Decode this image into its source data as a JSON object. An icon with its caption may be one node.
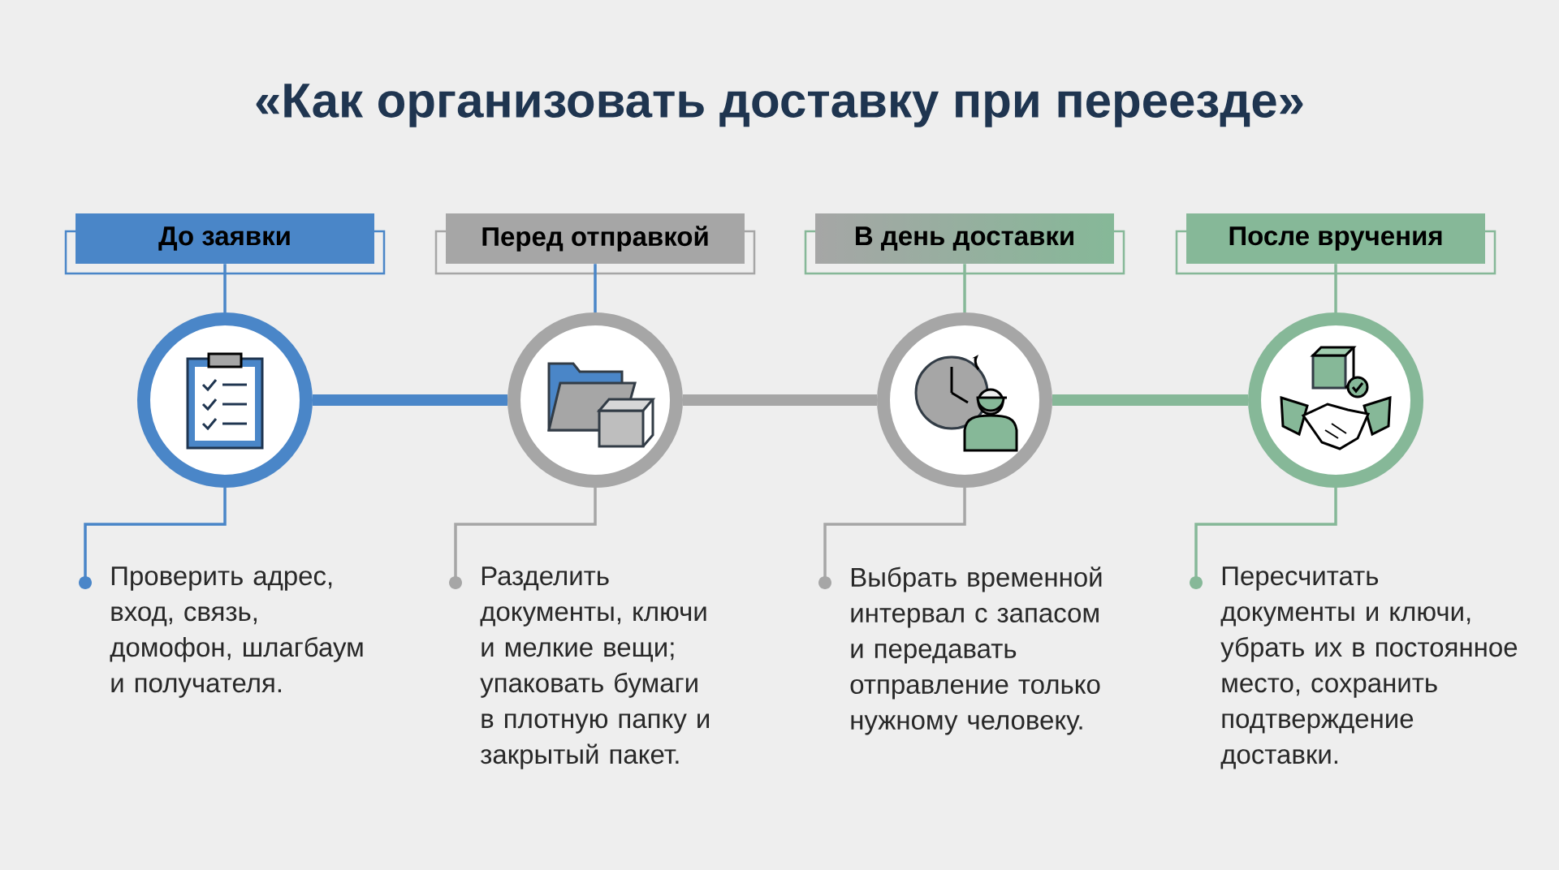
{
  "diagram": {
    "title": "«Как организовать доставку при переезде»",
    "nodes": [
      {
        "text": [
          "До заявки"
        ]
      },
      {
        "text": [
          "Перед отправкой"
        ]
      },
      {
        "text": [
          "В день доставки"
        ]
      },
      {
        "text": [
          "После вручения"
        ]
      },
      {
        "text": [],
        "shape": "circle"
      },
      {
        "text": [],
        "shape": "circle"
      },
      {
        "text": [],
        "shape": "circle"
      },
      {
        "text": [],
        "shape": "circle"
      },
      {
        "text": [
          "Проверить адрес, вход, связь, домофон, шлагбаум и получателя."
        ]
      },
      {
        "text": [
          "Разделить документы, ключи и мелкие вещи; упаковать бумаги в плотную папку и закрытый пакет."
        ]
      },
      {
        "text": [
          "Выбрать временной интервал с запасом и передавать отправление только нужному человеку."
        ]
      },
      {
        "text": [
          "Пересчитать документы и ключи, убрать их в постоянное место, сохранить подтверждение доставки."
        ]
      }
    ],
    "edges": [
      {
        "from": 0,
        "to": 4,
        "arrow": "none",
        "color": "#4a86c8"
      },
      {
        "from": 1,
        "to": 5,
        "arrow": "none",
        "color": "#4a86c8"
      },
      {
        "from": 2,
        "to": 6,
        "arrow": "none",
        "color": "#86b898"
      },
      {
        "from": 3,
        "to": 7,
        "arrow": "none",
        "color": "#86b898"
      },
      {
        "from": 4,
        "to": 5,
        "arrow": "none",
        "style": "thick",
        "color": "#4a86c8"
      },
      {
        "from": 5,
        "to": 6,
        "arrow": "none",
        "style": "thick",
        "color": "#a6a6a6"
      },
      {
        "from": 6,
        "to": 7,
        "arrow": "none",
        "style": "thick",
        "color": "#86b898"
      },
      {
        "from": 4,
        "to": 8,
        "arrow": "other",
        "color": "#4a86c8"
      },
      {
        "from": 5,
        "to": 9,
        "arrow": "other",
        "color": "#a6a6a6"
      },
      {
        "from": 6,
        "to": 10,
        "arrow": "other",
        "color": "#a6a6a6"
      },
      {
        "from": 7,
        "to": 11,
        "arrow": "other",
        "color": "#86b898"
      }
    ]
  }
}
